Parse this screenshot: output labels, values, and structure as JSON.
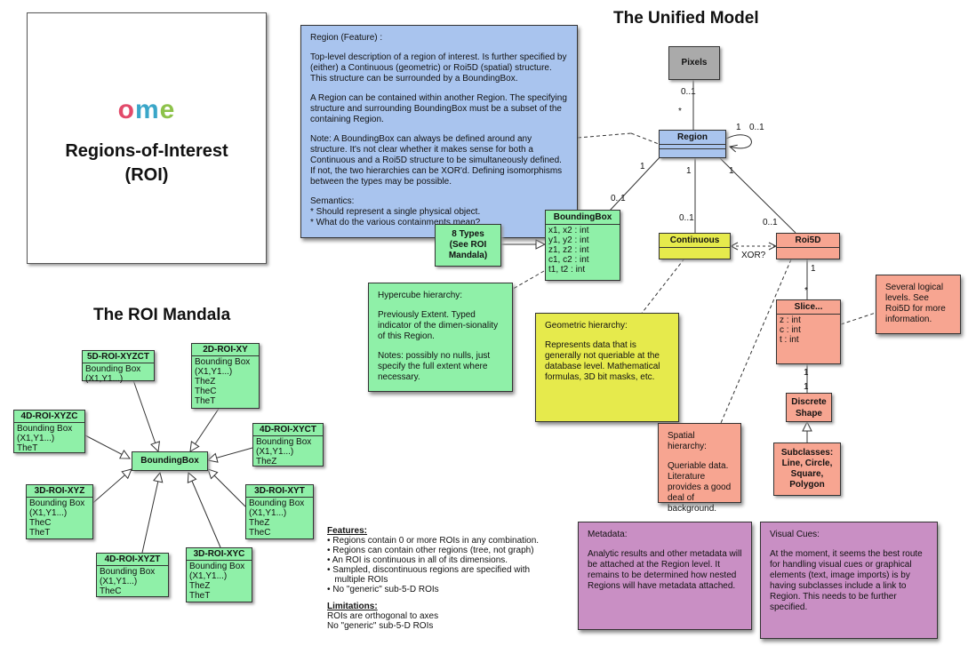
{
  "logo": {
    "text_parts": [
      "o",
      "m",
      "e"
    ],
    "title_line1": "Regions-of-Interest",
    "title_line2": "(ROI)"
  },
  "titles": {
    "unified": "The Unified Model",
    "mandala": "The ROI Mandala"
  },
  "region_note": {
    "heading": "Region (Feature) :",
    "p1": "Top-level description of a region of interest. Is further specified by (either) a Continuous (geometric) or Roi5D (spatial) structure. This structure can be surrounded by a BoundingBox.",
    "p2": "A Region can be contained within another Region. The specifying structure and surrounding BoundingBox must be a subset of the containing Region.",
    "p3": "Note: A BoundingBox can always be defined around any structure. It's not clear whether it makes sense for both a Continuous and a Roi5D structure to be simultaneously defined. If not, the two hierarchies can be XOR'd. Defining isomorphisms between the types may be possible.",
    "sem": "Semantics:",
    "sem1": " * Should represent a single physical object.",
    "sem2": " * What do the various containments mean?"
  },
  "classes": {
    "pixels": "Pixels",
    "region": "Region",
    "continuous": "Continuous",
    "roi5d": "Roi5D",
    "bbox": {
      "name": "BoundingBox",
      "attrs": [
        "x1, x2 : int",
        "y1, y2 : int",
        "z1, z2 : int",
        "c1, c2 : int",
        "t1, t2 : int"
      ]
    },
    "types8": {
      "line1": "8 Types",
      "line2": "(See ROI",
      "line3": "Mandala)"
    },
    "slice": {
      "name": "Slice...",
      "attrs": [
        "z : int",
        "c : int",
        "t : int"
      ]
    },
    "discrete": {
      "line1": "Discrete",
      "line2": "Shape"
    },
    "subclasses": {
      "line1": "Subclasses:",
      "line2": "Line, Circle,",
      "line3": "Square,",
      "line4": "Polygon"
    }
  },
  "multiplicities": {
    "pixels_region_top": "0..1",
    "pixels_region_bottom": "*",
    "self_1": "1",
    "self_01": "0..1",
    "region_bbox_1": "1",
    "region_bbox_01": "0..1",
    "region_cont_1": "1",
    "region_cont_01": "0..1",
    "region_roi_1": "1",
    "region_roi_01": "0..1",
    "xor": "XOR?",
    "roi_slice_1": "1",
    "roi_slice_star": "*",
    "slice_disc_1a": "1",
    "slice_disc_1b": "1"
  },
  "hypercube_note": {
    "heading": "Hypercube hierarchy:",
    "p1": "Previously Extent. Typed indicator of the dimen-sionality of this Region.",
    "p2": "Notes: possibly no nulls, just specify the full extent where necessary."
  },
  "geometric_note": {
    "heading": "Geometric hierarchy:",
    "p1": "Represents data that is generally not queriable at the database level. Mathematical formulas, 3D bit masks, etc."
  },
  "spatial_note": {
    "heading": "Spatial hierarchy:",
    "p1": "Queriable data. Literature provides a good deal of background."
  },
  "logical_note": {
    "text": "Several logical levels. See Roi5D for more information."
  },
  "metadata_note": {
    "heading": "Metadata:",
    "p1": "Analytic results and other metadata will be attached at the Region level. It remains to be determined how nested Regions will have metadata attached."
  },
  "visual_note": {
    "heading": "Visual Cues:",
    "p1": "At the moment, it seems the best route for handling visual cues or graphical elements (text, image imports) is by having subclasses include a link to Region. This needs to be further specified."
  },
  "mandala": {
    "center": "BoundingBox",
    "n5d": {
      "name": "5D-ROI-XYZCT",
      "l1": "Bounding Box",
      "l2": "(X1,Y1...)"
    },
    "n2d": {
      "name": "2D-ROI-XY",
      "l1": "Bounding Box",
      "l2": "(X1,Y1...)",
      "l3": "TheZ",
      "l4": "TheC",
      "l5": "TheT"
    },
    "n4zc": {
      "name": "4D-ROI-XYZC",
      "l1": "Bounding Box",
      "l2": "(X1,Y1...)",
      "l3": "TheT"
    },
    "n4ct": {
      "name": "4D-ROI-XYCT",
      "l1": "Bounding Box",
      "l2": "(X1,Y1...)",
      "l3": "TheZ"
    },
    "n3z": {
      "name": "3D-ROI-XYZ",
      "l1": "Bounding Box",
      "l2": "(X1,Y1...)",
      "l3": "TheC",
      "l4": "TheT"
    },
    "n3t": {
      "name": "3D-ROI-XYT",
      "l1": "Bounding Box",
      "l2": "(X1,Y1...)",
      "l3": "TheZ",
      "l4": "TheC"
    },
    "n4zt": {
      "name": "4D-ROI-XYZT",
      "l1": "Bounding Box",
      "l2": "(X1,Y1...)",
      "l3": "TheC"
    },
    "n3c": {
      "name": "3D-ROI-XYC",
      "l1": "Bounding Box",
      "l2": "(X1,Y1...)",
      "l3": "TheZ",
      "l4": "TheT"
    }
  },
  "features": {
    "heading": "Features:",
    "items": [
      "• Regions contain 0 or more ROIs in any combination.",
      "• Regions can contain other regions (tree, not graph)",
      "• An ROI is continuous in all of its dimensions.",
      "• Sampled, discontinuous regions are specified with",
      "   multiple ROIs",
      "• No \"generic\" sub-5-D ROIs"
    ],
    "lim_heading": "Limitations:",
    "lim1": "ROIs are orthogonal to axes",
    "lim2": "No \"generic\" sub-5-D ROIs"
  }
}
